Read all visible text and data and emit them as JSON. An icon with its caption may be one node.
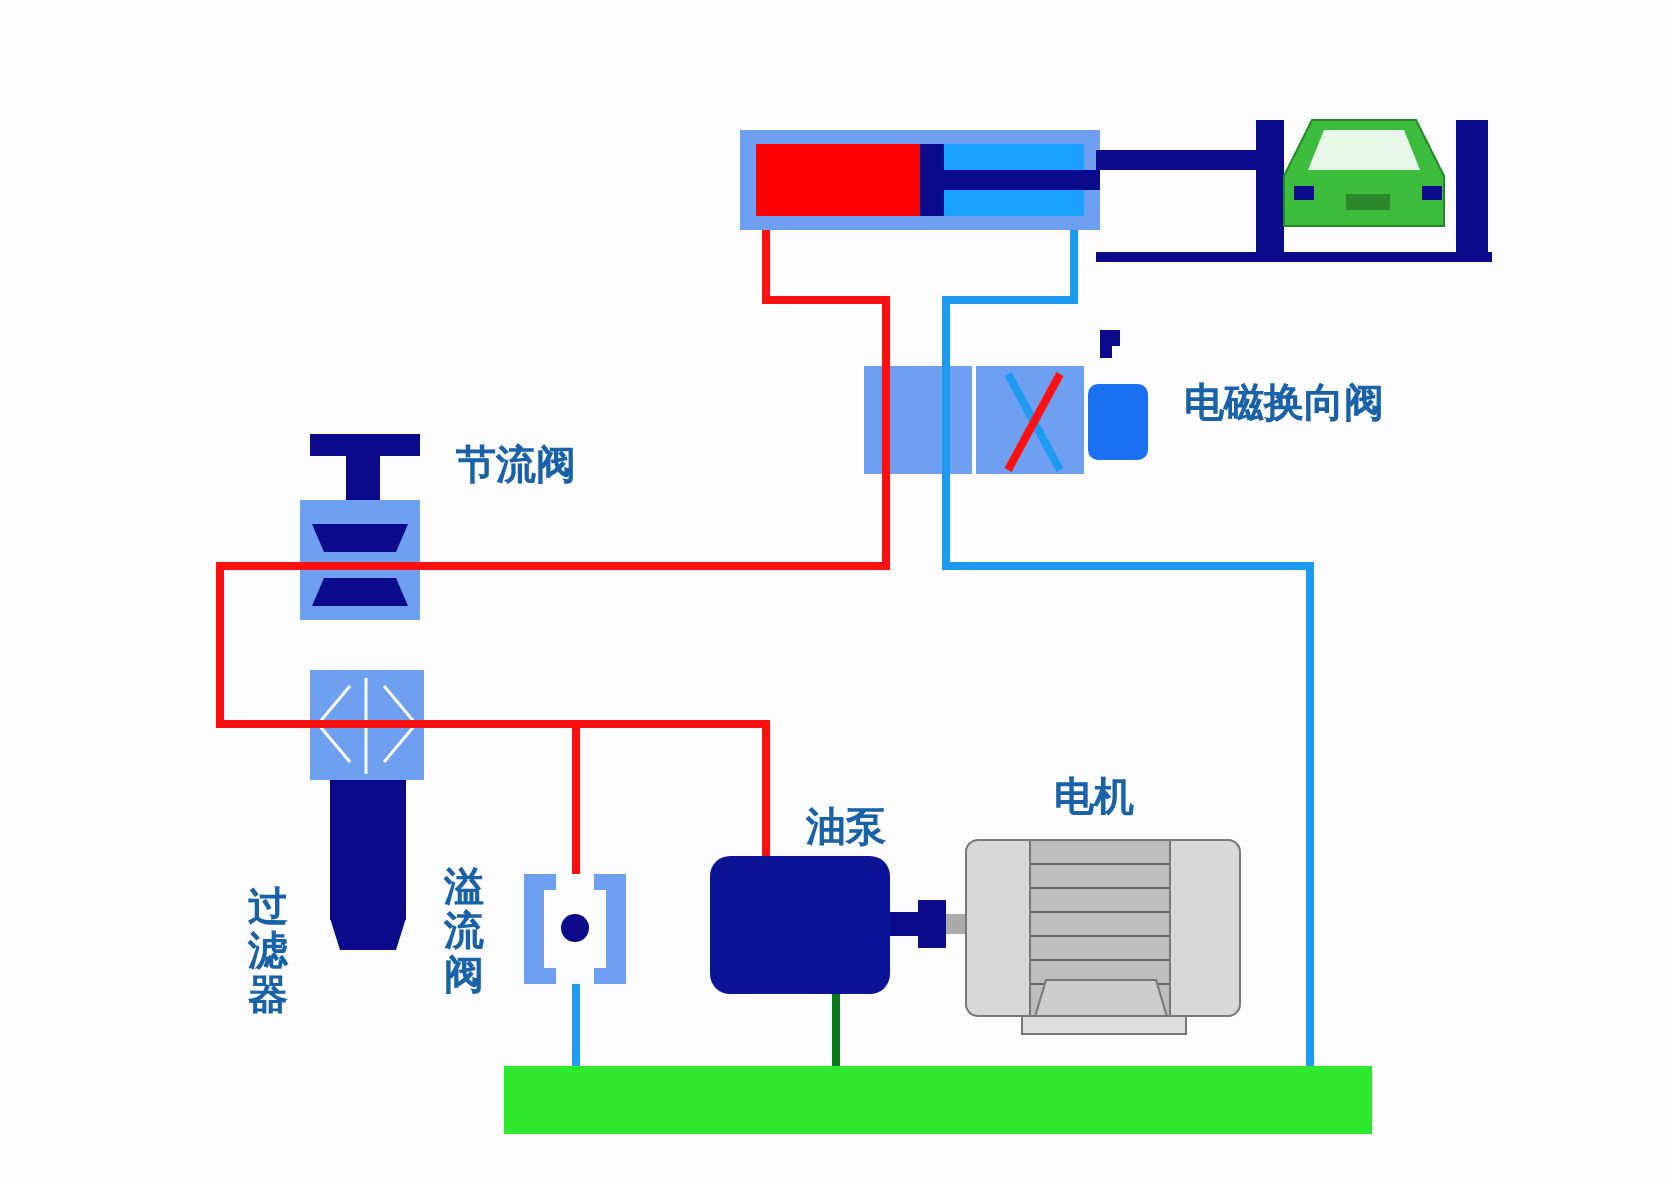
{
  "diagram": {
    "nodes": [
      {
        "text": [],
        "shape": "picture"
      },
      {
        "text": [],
        "shape": "picture"
      },
      {
        "text": [],
        "shape": "picture",
        "beside": [
          "电磁换向阀"
        ]
      },
      {
        "text": [],
        "shape": "picture",
        "beside": [
          "节流阀"
        ]
      },
      {
        "text": [],
        "shape": "picture",
        "beside": [
          "过滤器"
        ]
      },
      {
        "text": [],
        "shape": "picture",
        "beside": [
          "溢流阀"
        ]
      },
      {
        "text": [],
        "shape": "picture",
        "beside": [
          "油泵"
        ]
      },
      {
        "text": [],
        "shape": "picture",
        "beside": [
          "电机"
        ]
      },
      {
        "text": [],
        "shape": "bar"
      }
    ],
    "edges": [
      {
        "from": 0,
        "to": 2,
        "arrow": "none"
      },
      {
        "from": 0,
        "to": 2,
        "arrow": "none",
        "color": "#1e9bf0"
      },
      {
        "from": 2,
        "to": 3,
        "arrow": "none"
      },
      {
        "from": 3,
        "to": 4,
        "arrow": "none"
      },
      {
        "from": 4,
        "to": 6,
        "arrow": "none"
      },
      {
        "from": 6,
        "to": 5,
        "arrow": "none"
      },
      {
        "from": 5,
        "to": 8,
        "arrow": "none",
        "color": "#1e9bf0"
      },
      {
        "from": 6,
        "to": 8,
        "arrow": "none",
        "color": "#0a7a1a"
      },
      {
        "from": 2,
        "to": 8,
        "arrow": "none",
        "color": "#1e9bf0"
      }
    ]
  }
}
